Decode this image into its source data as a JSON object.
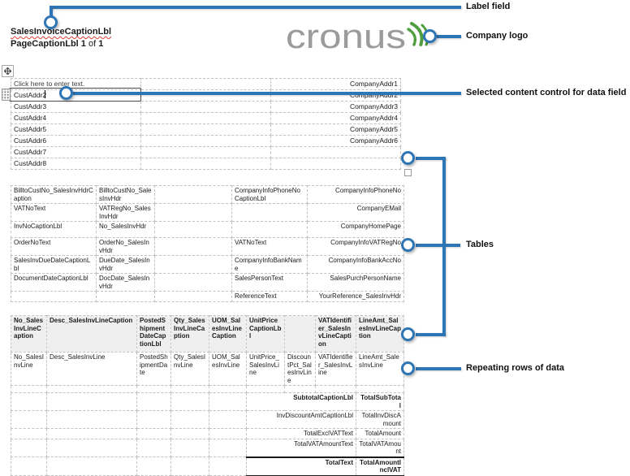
{
  "page": {
    "title": "SalesInvoiceCaptionLbl",
    "page_caption": "PageCaptionLbl",
    "page_number": "1",
    "of_text": "of",
    "page_count": "1"
  },
  "logo": {
    "text": "cronus",
    "gray": "#9b9b9b",
    "green": "#4f9d3e"
  },
  "callouts": {
    "accent_color": "#2e75b6",
    "label_field": "Label field",
    "company_logo": "Company logo",
    "selected_control": "Selected content control for data field",
    "tables": "Tables",
    "repeating_rows": "Repeating rows of data"
  },
  "address_table": {
    "rows": [
      [
        "Click here to enter text.",
        "CompanyAddr1"
      ],
      [
        "CustAddr2",
        "CompanyAddr2"
      ],
      [
        "CustAddr3",
        "CompanyAddr3"
      ],
      [
        "CustAddr4",
        "CompanyAddr4"
      ],
      [
        "CustAddr5",
        "CompanyAddr5"
      ],
      [
        "CustAddr6",
        "CompanyAddr6"
      ],
      [
        "CustAddr7",
        ""
      ],
      [
        "CustAddr8",
        ""
      ]
    ]
  },
  "info_table": {
    "rows": [
      [
        "BilltoCustNo_SalesInvHdrCaption",
        "BilltoCustNo_SalesInvHdr",
        "",
        "CompanyInfoPhoneNoCaptionLbl",
        "CompanyInfoPhoneNo"
      ],
      [
        "VATNoText",
        "VATRegNo_SalesInvHdr",
        "",
        "",
        "CompanyEMail"
      ],
      [
        "InvNoCaptionLbl",
        "No_SalesInvHdr",
        "",
        "",
        "CompanyHomePage"
      ],
      [
        "OrderNoText",
        "OrderNo_SalesInvHdr",
        "",
        "VATNoText",
        "CompanyInfoVATRegNo"
      ],
      [
        "SalesInvDueDateCaptionLbl",
        "DueDate_SalesInvHdr",
        "",
        "CompanyInfoBankName",
        "CompanyInfoBankAccNo"
      ],
      [
        "DocumentDateCaptionLbl",
        "DocDate_SalesInvHdr",
        "",
        "SalesPersonText",
        "SalesPurchPersonName"
      ],
      [
        "",
        "",
        "",
        "ReferenceText",
        "YourReference_SalesInvHdr"
      ]
    ]
  },
  "lines_table": {
    "headers": [
      "No_SalesInvLineCaption",
      "Desc_SalesInvLineCaption",
      "PostedShipmentDateCaptionLbl",
      "Qty_SalesInvLineCaption",
      "UOM_SalesInvLineCaption",
      "UnitPriceCaptionLbl",
      "",
      "VATIdentifier_SalesInvLineCaption",
      "LineAmt_SalesInvLineCaption"
    ],
    "line_row": [
      "No_SalesInvLine",
      "Desc_SalesInvLine",
      "PostedShipmentDate",
      "Qty_SalesInvLine",
      "UOM_SalesInvLine",
      "UnitPrice_SalesInvLine",
      "DiscountPct_SalesInvLine",
      "VATIdentifier_SalesInvLine",
      "LineAmt_SalesInvLine"
    ],
    "totals": [
      {
        "caption": "SubtotalCaptionLbl",
        "value": "TotalSubTotal"
      },
      {
        "caption": "InvDiscountAmtCaptionLbl",
        "value": "TotalInvDiscAmount"
      },
      {
        "caption": "TotalExclVATText",
        "value": "TotalAmount"
      },
      {
        "caption": "TotalVATAmountText",
        "value": "TotalVATAmount"
      },
      {
        "caption": "TotalText",
        "value": "TotalAmountInclVAT"
      }
    ]
  }
}
